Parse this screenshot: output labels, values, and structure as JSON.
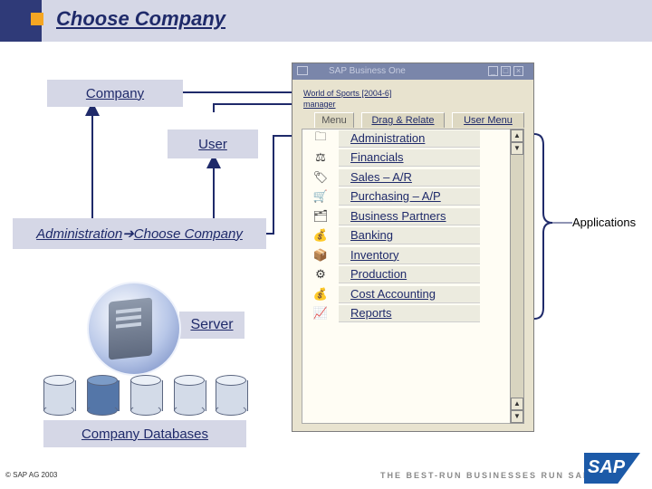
{
  "slide": {
    "title": "Choose Company",
    "copyright": "© SAP AG 2003",
    "tagline": "THE BEST-RUN BUSINESSES RUN SAP",
    "logo_text": "SAP"
  },
  "labels": {
    "company": "Company",
    "user": "User",
    "admin_path_prefix": "Administration ",
    "admin_path_arrow": "➔",
    "admin_path_suffix": "Choose Company",
    "server": "Server",
    "company_databases": "Company Databases",
    "applications": "Applications"
  },
  "sap_window": {
    "title": "SAP Business One",
    "company_name": "World of Sports [2004-6]",
    "user_name": "manager",
    "tabs": [
      "Menu",
      "Drag & Relate",
      "User Menu"
    ],
    "menu_items": [
      {
        "label": "Administration",
        "icon": "admin-icon",
        "glyph": "🗀"
      },
      {
        "label": "Financials",
        "icon": "scales-icon",
        "glyph": "⚖"
      },
      {
        "label": "Sales – A/R",
        "icon": "tag-icon",
        "glyph": "🏷"
      },
      {
        "label": "Purchasing – A/P",
        "icon": "cart-icon",
        "glyph": "🛒"
      },
      {
        "label": "Business Partners",
        "icon": "folder-icon",
        "glyph": "🗂"
      },
      {
        "label": "Banking",
        "icon": "coins-icon",
        "glyph": "💰"
      },
      {
        "label": "Inventory",
        "icon": "boxes-icon",
        "glyph": "📦"
      },
      {
        "label": "Production",
        "icon": "gears-icon",
        "glyph": "⚙"
      },
      {
        "label": "Cost Accounting",
        "icon": "stack-icon",
        "glyph": "💰"
      },
      {
        "label": "Reports",
        "icon": "trend-icon",
        "glyph": "📈"
      }
    ]
  },
  "colors": {
    "title_bar": "#d5d7e6",
    "brand_dark": "#2f3a78",
    "accent_orange": "#f5a623",
    "active_database": "#5476a8"
  }
}
